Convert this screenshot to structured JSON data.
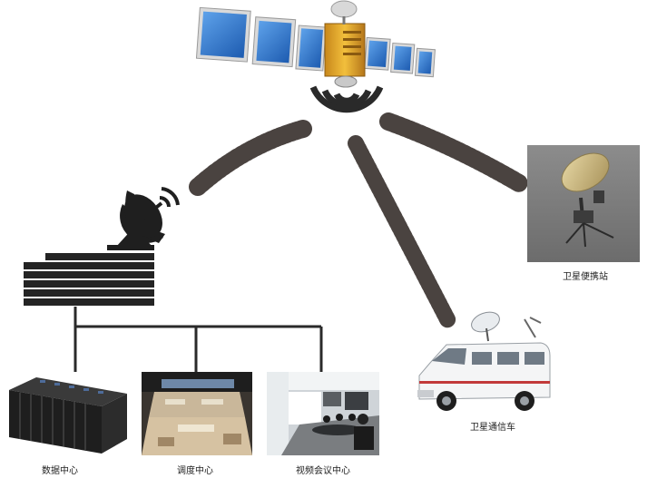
{
  "labels": {
    "data_center": "数据中心",
    "dispatch_center": "调度中心",
    "video_conference_center": "视频会议中心",
    "satellite_portable_station": "卫星便携站",
    "satellite_comm_vehicle": "卫星通信车"
  },
  "colors": {
    "wave_stripe": "#4a4340",
    "dark_equipment": "#2a2a2a",
    "solar_panel": "#2f74c8",
    "satellite_body": "#e0a526",
    "photo_background_grey": "#7e7e7e"
  },
  "icons": [
    "satellite-icon",
    "ground-dish-icon",
    "server-rack-icon",
    "portable-dish-icon",
    "comm-van-icon"
  ]
}
